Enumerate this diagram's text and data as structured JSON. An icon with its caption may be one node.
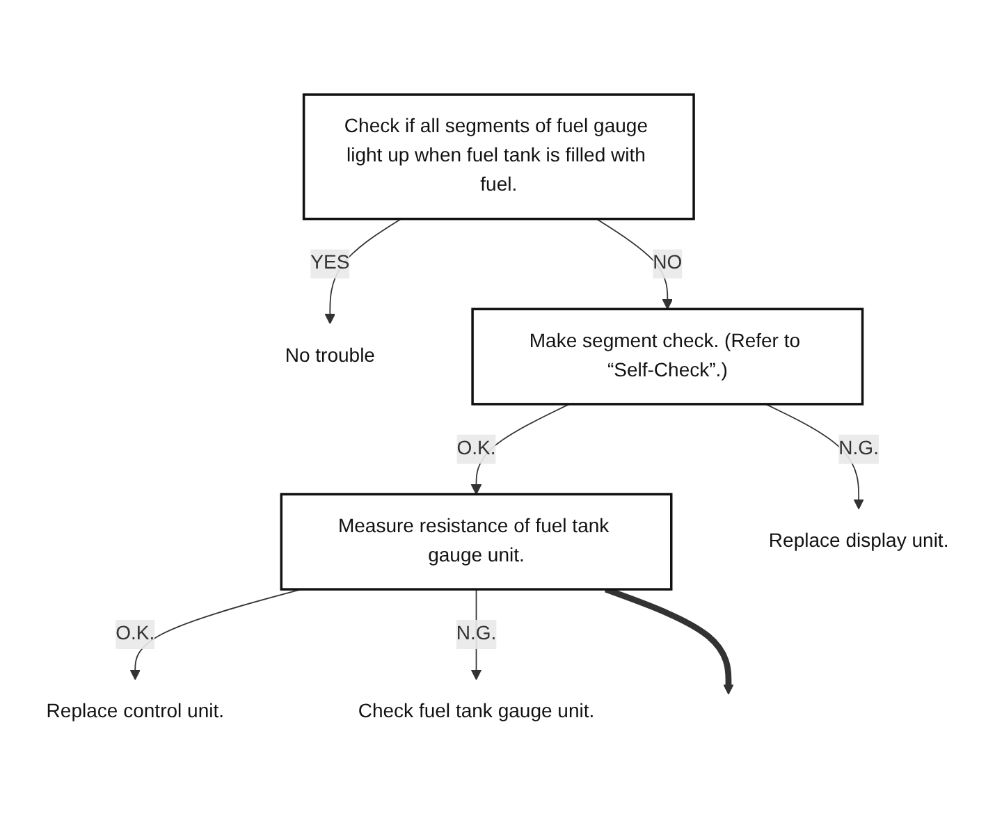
{
  "diagram": {
    "nodes": [
      {
        "text": [
          "Check if all segments of fuel gauge light up when fuel tank is filled with fuel."
        ]
      },
      {
        "text": [
          "No trouble"
        ]
      },
      {
        "text": [
          "Make segment check. (Refer to “Self-Check”.)"
        ]
      },
      {
        "text": [
          "Measure resistance of fuel tank gauge unit."
        ]
      },
      {
        "text": [
          "Replace display unit."
        ]
      },
      {
        "text": [
          "Replace control unit."
        ]
      },
      {
        "text": [
          "Check fuel tank gauge unit."
        ]
      }
    ],
    "edges": [
      {
        "from": 0,
        "to": 1,
        "arrow": "to",
        "label": "YES"
      },
      {
        "from": 0,
        "to": 2,
        "arrow": "to",
        "label": "NO"
      },
      {
        "from": 2,
        "to": 3,
        "arrow": "to",
        "label": "O.K."
      },
      {
        "from": 2,
        "to": 4,
        "arrow": "to",
        "label": "N.G."
      },
      {
        "from": 3,
        "to": 5,
        "arrow": "to",
        "label": "O.K."
      },
      {
        "from": 3,
        "to": 6,
        "arrow": "to",
        "label": "N.G."
      },
      {
        "from": 3,
        "to": null,
        "arrow": "to",
        "style": "thick"
      }
    ]
  }
}
